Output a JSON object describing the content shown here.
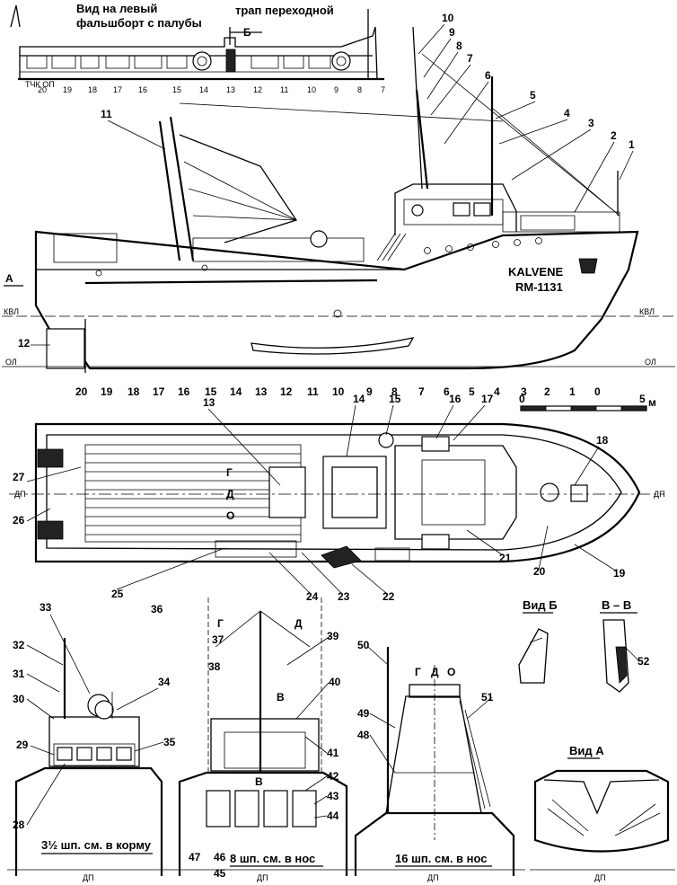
{
  "header": {
    "left_view_title_line1": "Вид на левый",
    "left_view_title_line2": "фальшборт с палубы",
    "gangway_label": "трап переходной",
    "gangway_marker": "Б"
  },
  "vessel": {
    "name": "KALVENE",
    "registration": "RM-1131"
  },
  "waterline_labels": {
    "kvl": "КВЛ",
    "ol": "ОЛ",
    "dp": "ДП",
    "section_a": "А"
  },
  "frame_numbers_top": [
    "20",
    "19",
    "18",
    "17",
    "16",
    "15",
    "14",
    "13",
    "12",
    "11",
    "10",
    "9",
    "8",
    "7"
  ],
  "frame_numbers_side": [
    "20",
    "19",
    "18",
    "17",
    "16",
    "15",
    "14",
    "13",
    "12",
    "11",
    "10",
    "9",
    "8",
    "7",
    "6",
    "5",
    "4",
    "3",
    "2",
    "1",
    "0"
  ],
  "scale": {
    "start": "0",
    "end": "5",
    "unit": "м"
  },
  "callouts": [
    "1",
    "2",
    "3",
    "4",
    "5",
    "6",
    "7",
    "8",
    "9",
    "10",
    "11",
    "12",
    "13",
    "14",
    "15",
    "16",
    "17",
    "18",
    "19",
    "20",
    "21",
    "22",
    "23",
    "24",
    "25",
    "26",
    "27",
    "28",
    "29",
    "30",
    "31",
    "32",
    "33",
    "34",
    "35",
    "36",
    "37",
    "38",
    "39",
    "40",
    "41",
    "42",
    "43",
    "44",
    "45",
    "46",
    "47",
    "48",
    "49",
    "50",
    "51",
    "52"
  ],
  "boom_marks": {
    "g": "Г",
    "d": "Д",
    "o": "О",
    "v": "В"
  },
  "section_captions": {
    "aft": "3½ шп. см. в корму",
    "mid": "8 шп. см. в нос",
    "fwd": "16 шп. см. в нос"
  },
  "views": {
    "view_b": "Вид Б",
    "section_vv": "В – В",
    "view_a": "Вид А"
  }
}
